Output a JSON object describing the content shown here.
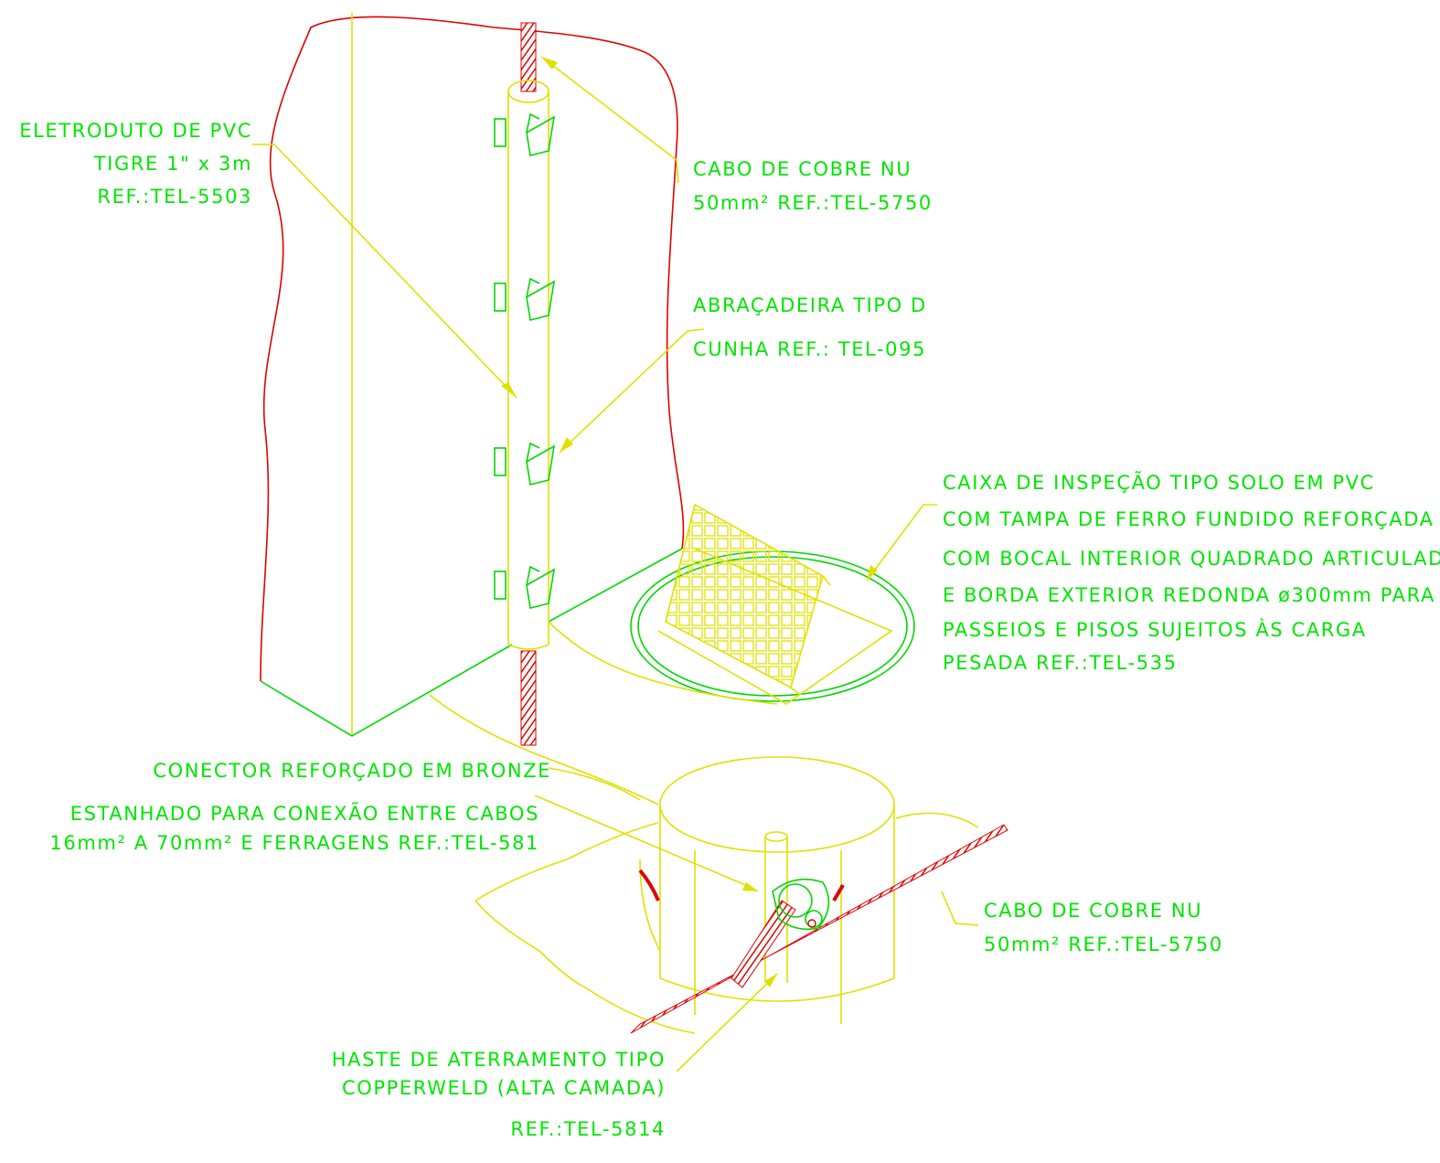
{
  "labels": {
    "eletroduto": [
      "ELETRODUTO DE PVC",
      "TIGRE 1\" x 3m",
      "REF.:TEL-5503"
    ],
    "cabo_top": [
      "CABO DE COBRE NU",
      "50mm² REF.:TEL-5750"
    ],
    "abracadeira": [
      "ABRAÇADEIRA TIPO D",
      "CUNHA REF.: TEL-095"
    ],
    "caixa": [
      "CAIXA DE INSPEÇÃO TIPO SOLO EM PVC",
      "COM TAMPA DE FERRO FUNDIDO REFORÇADA",
      "COM BOCAL INTERIOR QUADRADO ARTICULADO",
      "E BORDA EXTERIOR REDONDA ø300mm PARA",
      "PASSEIOS E PISOS SUJEITOS ÀS CARGA",
      "PESADA REF.:TEL-535"
    ],
    "conector": [
      "CONECTOR REFORÇADO EM BRONZE",
      "ESTANHADO PARA CONEXÃO ENTRE CABOS",
      "16mm² A 70mm² E FERRAGENS REF.:TEL-581"
    ],
    "cabo_bottom": [
      "CABO DE COBRE NU",
      "50mm² REF.:TEL-5750"
    ],
    "haste": [
      "HASTE DE ATERRAMENTO TIPO",
      "COPPERWELD (ALTA CAMADA)",
      "REF.:TEL-5814"
    ]
  },
  "colors": {
    "label_text": "#00e600",
    "leader_line": "#e0e000",
    "wall_outline": "#e00000",
    "ground_line": "#00d800",
    "cable_hatch": "#e00000"
  }
}
